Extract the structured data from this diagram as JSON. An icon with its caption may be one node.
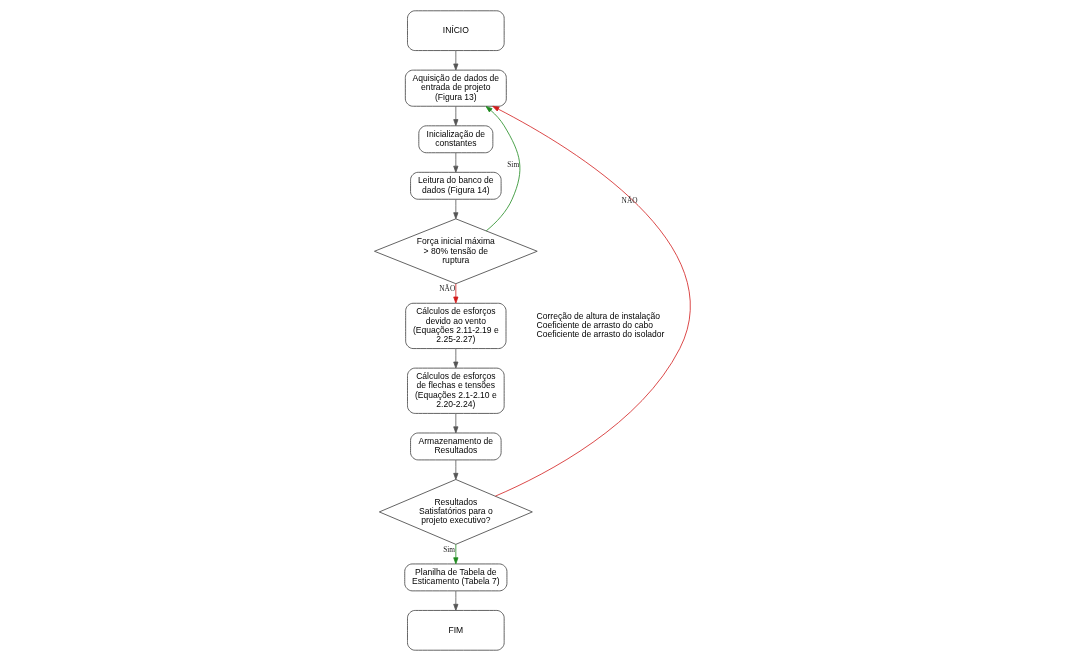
{
  "diagram": {
    "nodes": [
      {
        "text": [
          "INÍCIO"
        ]
      },
      {
        "text": [
          "Aquisição de dados de entrada de projeto (Figura 13)"
        ]
      },
      {
        "text": [
          "Inicialização de constantes"
        ]
      },
      {
        "text": [
          "Leitura do banco de dados (Figura 14)"
        ]
      },
      {
        "text": [
          "Força inicial máxima > 80% tensão de ruptura"
        ]
      },
      {
        "text": [
          "Cálculos de esforços devido ao vento (Equações 2.11-2.19 e 2.25-2.27)"
        ],
        "beside": [
          "Correção de altura de instalação",
          "Coeficiente de arrasto do cabo",
          "Coeficiente de arrasto do isolador"
        ]
      },
      {
        "text": [
          "Cálculos de esforços de flechas e tensões (Equações 2.1-2.10 e 2.20-2.24)"
        ]
      },
      {
        "text": [
          "Armazenamento de Resultados"
        ]
      },
      {
        "text": [
          "Resultados Satisfatórios para o projeto executivo?"
        ]
      },
      {
        "text": [
          "Planilha de Tabela de Esticamento (Tabela 7)"
        ]
      },
      {
        "text": [
          "FIM"
        ]
      }
    ],
    "edges": [
      {
        "from": 0,
        "to": 1,
        "arrow": "to"
      },
      {
        "from": 1,
        "to": 2,
        "arrow": "to"
      },
      {
        "from": 2,
        "to": 3,
        "arrow": "to"
      },
      {
        "from": 3,
        "to": 4,
        "arrow": "to"
      },
      {
        "from": 4,
        "to": 1,
        "arrow": "to",
        "label": "Sim",
        "color": "#1e8a1e"
      },
      {
        "from": 4,
        "to": 5,
        "arrow": "to",
        "label": "NÃO",
        "color": "#d11a1a"
      },
      {
        "from": 5,
        "to": 6,
        "arrow": "to"
      },
      {
        "from": 6,
        "to": 7,
        "arrow": "to"
      },
      {
        "from": 7,
        "to": 8,
        "arrow": "to"
      },
      {
        "from": 8,
        "to": 9,
        "arrow": "to",
        "label": "Sim",
        "color": "#1e8a1e"
      },
      {
        "from": 8,
        "to": 1,
        "arrow": "to",
        "label": "NÃO",
        "color": "#d11a1a"
      },
      {
        "from": 9,
        "to": 10,
        "arrow": "to"
      }
    ]
  }
}
